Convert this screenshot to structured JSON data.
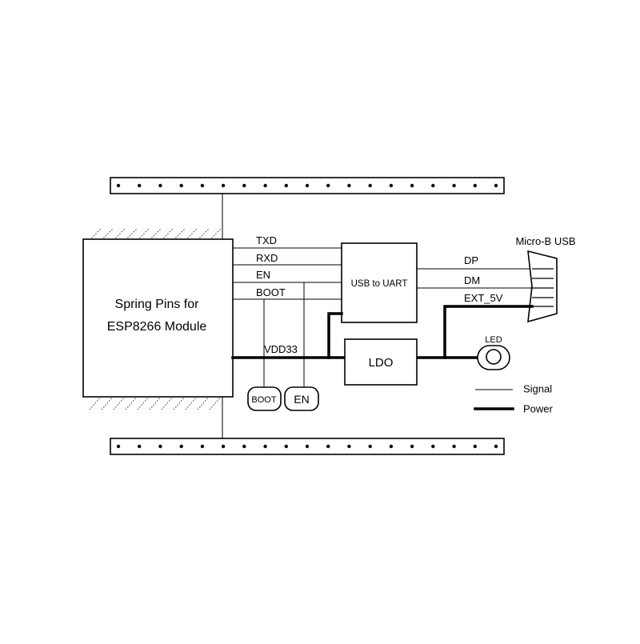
{
  "module": {
    "line1": "Spring Pins for",
    "line2": "ESP8266 Module"
  },
  "signals": {
    "txd": "TXD",
    "rxd": "RXD",
    "en": "EN",
    "boot": "BOOT"
  },
  "bridge": {
    "label": "USB to UART"
  },
  "usb": {
    "title": "Micro-B USB",
    "dp": "DP",
    "dm": "DM",
    "ext": "EXT_5V"
  },
  "power": {
    "vdd": "VDD33",
    "ldo": "LDO"
  },
  "buttons": {
    "boot": "BOOT",
    "en": "EN"
  },
  "led": {
    "label": "LED"
  },
  "legend": {
    "signal": "Signal",
    "power": "Power"
  },
  "header_pins": {
    "top_count": 19,
    "bottom_count": 19
  },
  "colors": {
    "line": "#000000",
    "background": "#ffffff"
  }
}
